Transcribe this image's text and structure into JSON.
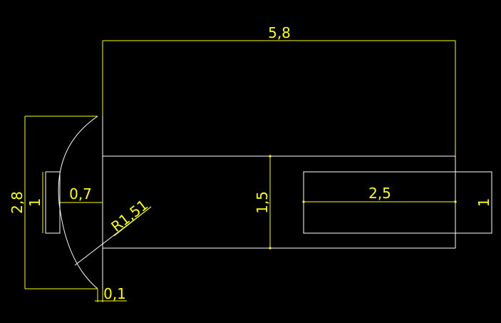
{
  "drawing": {
    "colors": {
      "background": "#000000",
      "geometry": "#ffffff",
      "dimension": "#ffff00"
    },
    "dimensions": {
      "overall_width": "5,8",
      "height_left": "2,8",
      "height_center": "1,5",
      "slot_length": "2,5",
      "slot_width": "1",
      "pin_width": "1",
      "cap_offset": "0,7",
      "radius": "R1,51",
      "bottom_offset": "0,1"
    }
  }
}
